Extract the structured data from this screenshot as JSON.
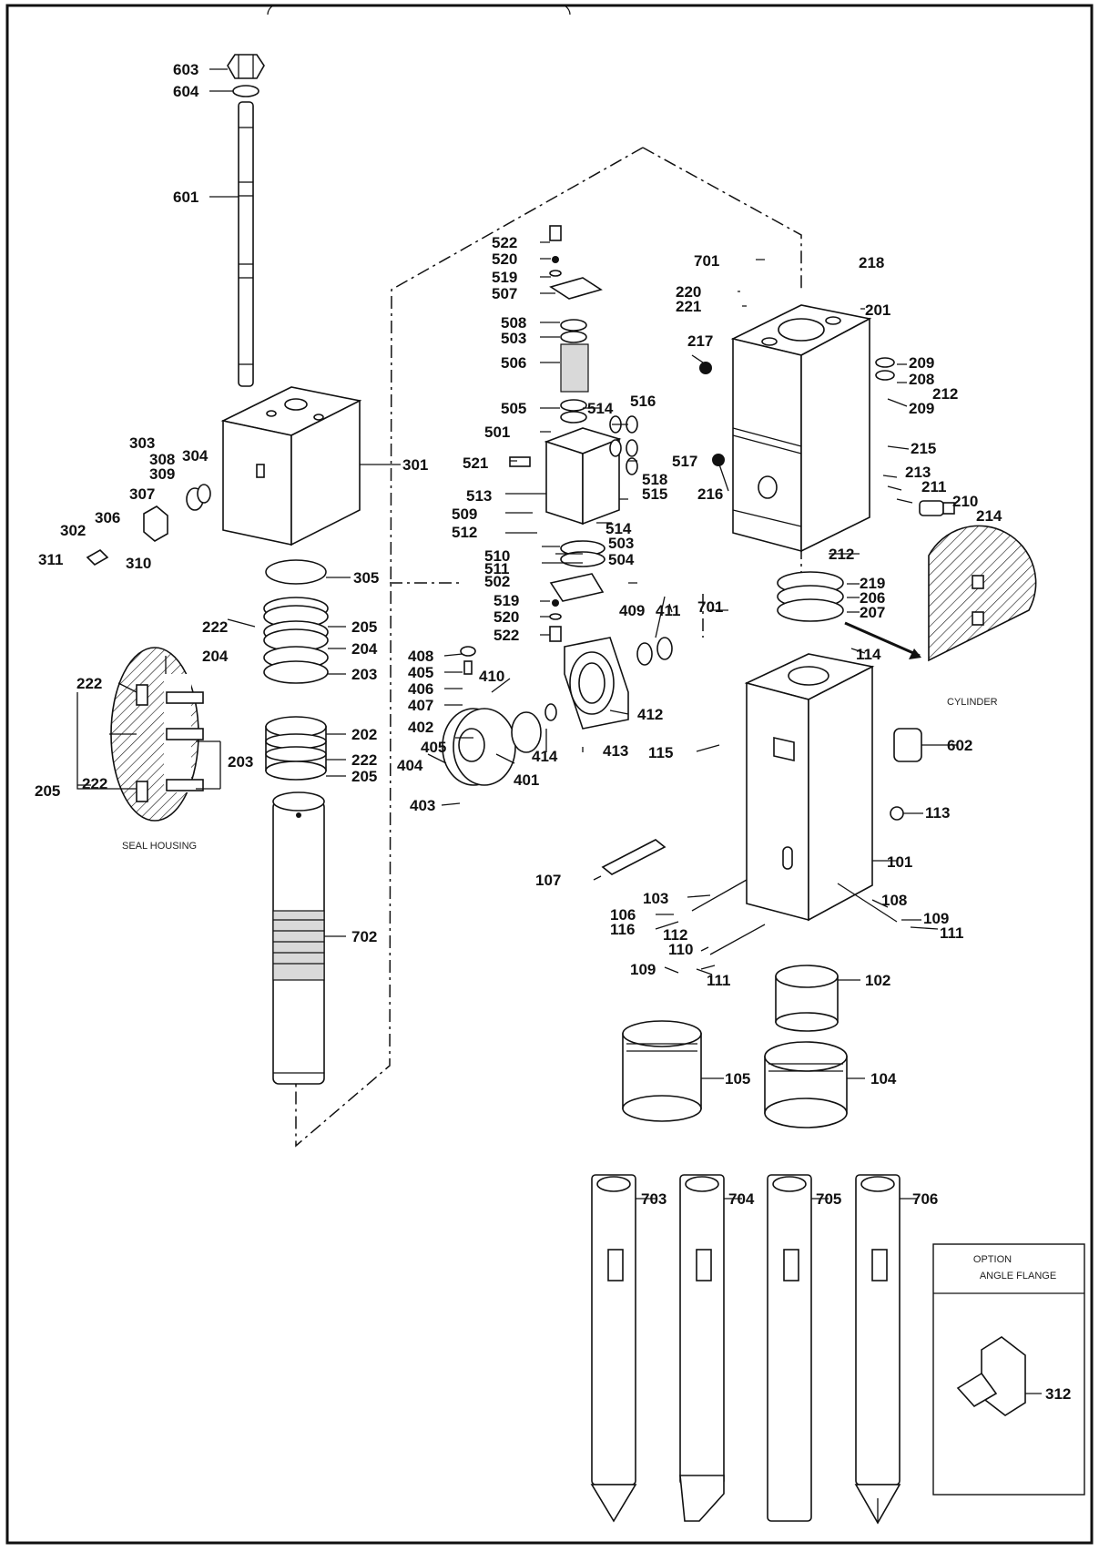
{
  "figure": {
    "captions": {
      "seal_housing": "SEAL HOUSING",
      "cylinder": "CYLINDER",
      "option_line1": "OPTION",
      "option_line2": "ANGLE FLANGE"
    },
    "labels": {
      "p603": "603",
      "p604": "604",
      "p601": "601",
      "p522a": "522",
      "p520a": "520",
      "p519a": "519",
      "p507": "507",
      "p508": "508",
      "p503a": "503",
      "p506": "506",
      "p505": "505",
      "p514a": "514",
      "p516": "516",
      "p501": "501",
      "p517": "517",
      "p521": "521",
      "p518": "518",
      "p515": "515",
      "p513": "513",
      "p509": "509",
      "p512": "512",
      "p514b": "514",
      "p510": "510",
      "p511": "511",
      "p502": "502",
      "p503b": "503",
      "p504": "504",
      "p519b": "519",
      "p520b": "520",
      "p522b": "522",
      "p701a": "701",
      "p218": "218",
      "p220": "220",
      "p221": "221",
      "p201": "201",
      "p217": "217",
      "p209a": "209",
      "p208": "208",
      "p212a": "212",
      "p209b": "209",
      "p215": "215",
      "p216": "216",
      "p213": "213",
      "p211": "211",
      "p210": "210",
      "p214": "214",
      "p212b": "212",
      "p219": "219",
      "p206": "206",
      "p207": "207",
      "p303": "303",
      "p308": "308",
      "p304": "304",
      "p309": "309",
      "p301": "301",
      "p307": "307",
      "p306": "306",
      "p302": "302",
      "p311": "311",
      "p310": "310",
      "p305": "305",
      "p222a": "222",
      "p205a": "205",
      "p204a": "204",
      "p203a": "203",
      "p204b": "204",
      "p222b": "222",
      "p202": "202",
      "p203b": "203",
      "p222c": "222",
      "p222d": "222",
      "p205b": "205",
      "p205c": "205",
      "p702": "702",
      "p408": "408",
      "p405a": "405",
      "p406": "406",
      "p407": "407",
      "p410": "410",
      "p409": "409",
      "p411": "411",
      "p701b": "701",
      "p412": "412",
      "p402": "402",
      "p405b": "405",
      "p404": "404",
      "p414": "414",
      "p413": "413",
      "p401": "401",
      "p403": "403",
      "p114": "114",
      "p115": "115",
      "p602": "602",
      "p113": "113",
      "p101": "101",
      "p107": "107",
      "p103": "103",
      "p108": "108",
      "p106": "106",
      "p116": "116",
      "p112": "112",
      "p109a": "109",
      "p111a": "111",
      "p110": "110",
      "p109b": "109",
      "p111b": "111",
      "p102": "102",
      "p105": "105",
      "p104": "104",
      "p703": "703",
      "p704": "704",
      "p705": "705",
      "p706": "706",
      "p312": "312"
    }
  }
}
